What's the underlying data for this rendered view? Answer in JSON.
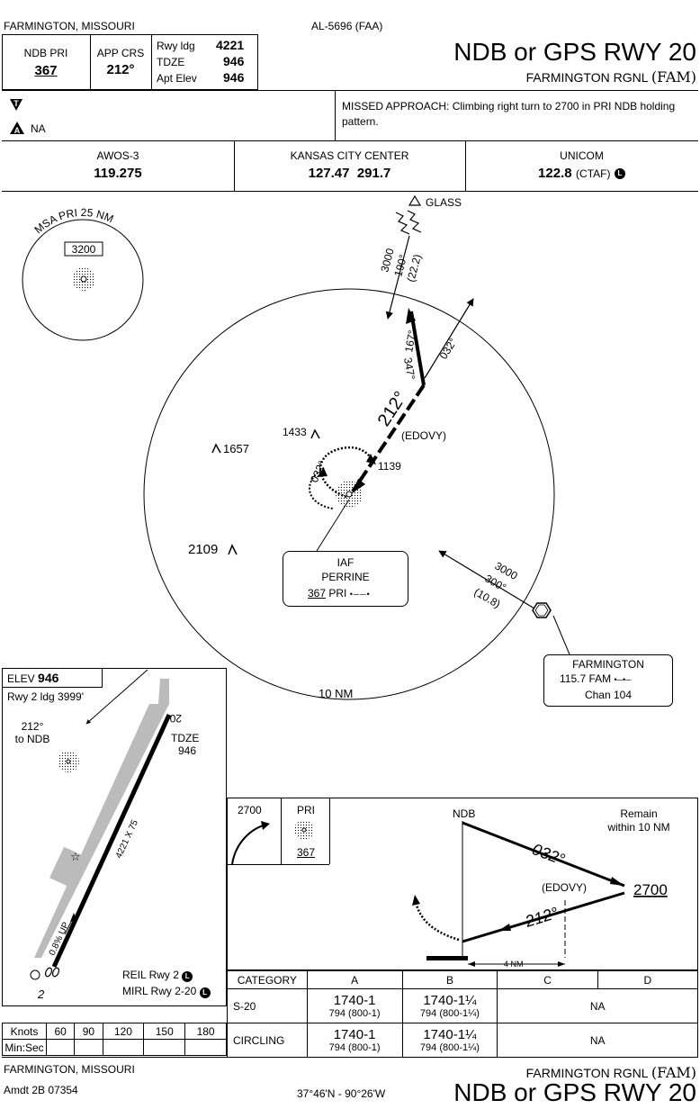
{
  "header": {
    "location": "FARMINGTON, MISSOURI",
    "faa_number": "AL-5696 (FAA)",
    "ndb_label": "NDB PRI",
    "ndb_freq": "367",
    "app_crs_label": "APP CRS",
    "app_crs_value": "212°",
    "rwy_ldg_label": "Rwy ldg",
    "rwy_ldg_value": "4221",
    "tdze_label": "TDZE",
    "tdze_value": "946",
    "apt_elev_label": "Apt Elev",
    "apt_elev_value": "946",
    "procedure_title": "NDB or GPS RWY 20",
    "airport_name": "FARMINGTON RGNL",
    "airport_id": "(FAM)"
  },
  "notes": {
    "takeoff_symbol": "T",
    "alternate_symbol": "A",
    "alternate_text": "NA",
    "missed_approach": "MISSED APPROACH: Climbing right turn to 2700 in PRI NDB holding pattern."
  },
  "comms": [
    {
      "name": "AWOS-3",
      "freq": "119.275",
      "extra": ""
    },
    {
      "name": "KANSAS CITY CENTER",
      "freq": "127.47  291.7",
      "extra": ""
    },
    {
      "name": "UNICOM",
      "freq": "122.8",
      "extra": "(CTAF)"
    }
  ],
  "planview": {
    "msa_label": "MSA PRI 25 NM",
    "msa_alt": "3200",
    "glass": "GLASS",
    "glass_alt": "3000",
    "glass_crs": "190°",
    "glass_dist": "(22.2)",
    "crs_167": "167°",
    "crs_347": "347°",
    "crs_032_top": "032°",
    "final_crs": "212°",
    "edovy": "(EDOVY)",
    "obst_1433": "1433",
    "obst_1657": "1657",
    "obst_2109": "2109",
    "hold_crs": "032°",
    "alt_1139": "1139",
    "iaf": "IAF",
    "perrine": "PERRINE",
    "perrine_freq": "367",
    "perrine_id": "PRI",
    "fam_alt": "3000",
    "fam_crs": "300°",
    "fam_dist": "(10.8)",
    "vor_name": "FARMINGTON",
    "vor_freq": "115.7",
    "vor_id": "FAM",
    "vor_chan": "Chan 104",
    "ring": "10 NM"
  },
  "airport": {
    "elev_label": "ELEV",
    "elev_value": "946",
    "rwy2_ldg": "Rwy 2 ldg 3999'",
    "to_ndb_crs": "212°",
    "to_ndb": "to NDB",
    "rwy20": "20",
    "tdze": "TDZE",
    "tdze_value": "946",
    "rwy_dims": "4221 X 75",
    "grade": "0.8% UP",
    "rwy2": "2",
    "reil": "REIL Rwy 2",
    "mirl": "MIRL Rwy 2-20"
  },
  "profile": {
    "ma_alt": "2700",
    "pri": "PRI",
    "pri_freq": "367",
    "ndb": "NDB",
    "remain": "Remain",
    "within": "within 10 NM",
    "crs_out": "032°",
    "crs_in": "212°",
    "edovy": "(EDOVY)",
    "alt_2700": "2700",
    "dist": "4 NM"
  },
  "minimums": {
    "headers": [
      "CATEGORY",
      "A",
      "B",
      "C",
      "D"
    ],
    "rows": [
      {
        "label": "S-20",
        "a_main": "1740-1",
        "a_sub": "794 (800-1)",
        "b_main": "1740-1¼",
        "b_sub": "794 (800-1¼)",
        "cd": "NA"
      },
      {
        "label": "CIRCLING",
        "a_main": "1740-1",
        "a_sub": "794 (800-1)",
        "b_main": "1740-1¼",
        "b_sub": "794 (800-1¼)",
        "cd": "NA"
      }
    ]
  },
  "speed_table": {
    "knots_label": "Knots",
    "minsec_label": "Min:Sec",
    "speeds": [
      "60",
      "90",
      "120",
      "150",
      "180"
    ]
  },
  "footer": {
    "location": "FARMINGTON, MISSOURI",
    "amdt": "Amdt 2B  07354",
    "coords": "37°46'N - 90°26'W",
    "airport_name": "FARMINGTON RGNL",
    "airport_id": "(FAM)",
    "title": "NDB or GPS RWY 20"
  }
}
